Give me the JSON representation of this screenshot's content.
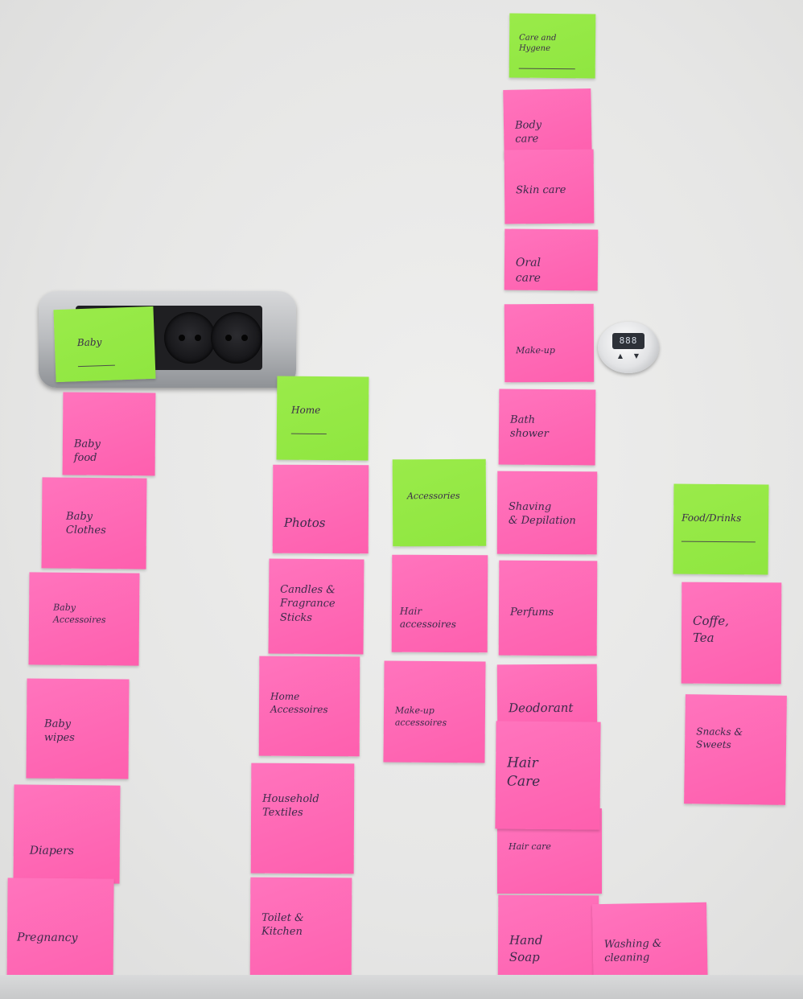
{
  "notes": {
    "care_hygiene": "Care and\nHygene",
    "body_care": "Body\n   care",
    "skin_care": "Skin care",
    "oral_care": "Oral\n  care",
    "makeup": "Make-up",
    "bath_shower": "Bath\n    shower",
    "shaving": "Shaving\n& Depilation",
    "perfums": "Perfums",
    "deodorant": "Deodorant",
    "hair_care": "Hair\n     Care",
    "hair_care_small": "Hair care",
    "hand_soap": "Hand\n   Soap",
    "washing": "Washing &\ncleaning",
    "baby": "Baby",
    "baby_food": "Baby\nfood",
    "baby_clothes": "Baby\nClothes",
    "baby_accessoires": "Baby\nAccessoires",
    "baby_wipes": "Baby\nwipes",
    "diapers": "Diapers",
    "pregnancy": "Pregnancy",
    "home": "Home",
    "photos": "Photos",
    "candles": "Candles &\nFragrance\nSticks",
    "home_accessoires": "Home\nAccessoires",
    "household": "Household\nTextiles",
    "toilet": "Toilet &\nKitchen",
    "accessories": "Accessories",
    "hair_accessoires": "Hair accessoires",
    "makeup_accessoires": "Make-up\naccessoires",
    "food_drinks": "Food/Drinks",
    "coffee_tea": "Coffe,\nTea",
    "snacks": "Snacks &\nSweets"
  },
  "thermostat": {
    "display": "888",
    "up": "▲",
    "down": "▼"
  },
  "colors": {
    "pink": "#ff69b4",
    "green": "#93e845",
    "ink": "#3b2a4a"
  }
}
